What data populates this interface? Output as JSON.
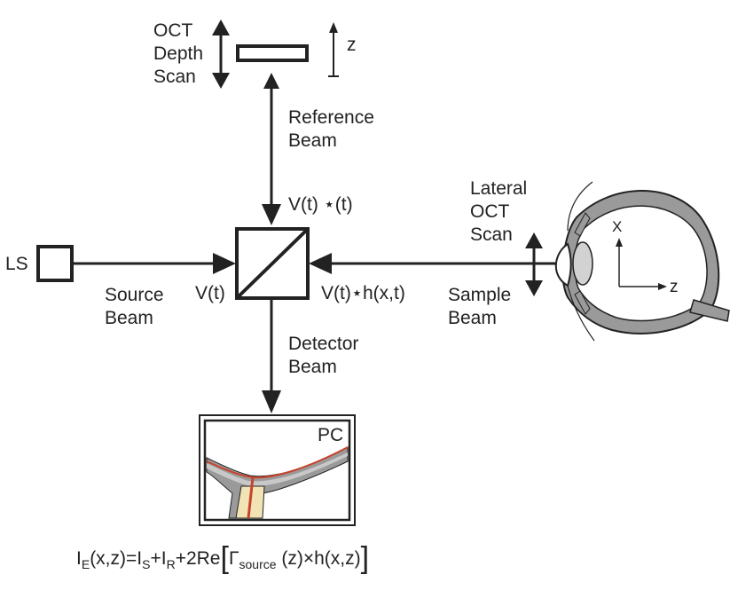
{
  "labels": {
    "oct_depth_scan": [
      "OCT",
      "Depth",
      "Scan"
    ],
    "z_top": "z",
    "reference_beam": [
      "Reference",
      "Beam"
    ],
    "v_t_gamma": "V(t) ⋆(t)",
    "lateral_oct_scan": [
      "Lateral",
      "OCT",
      "Scan"
    ],
    "ls": "LS",
    "source_beam": [
      "Source",
      "Beam"
    ],
    "v_t": "V(t)",
    "v_t_h": "V(t)⋆h(x,t)",
    "sample_beam": [
      "Sample",
      "Beam"
    ],
    "detector_beam": [
      "Detector",
      "Beam"
    ],
    "pc": "PC",
    "x_axis": "X",
    "z_axis": "z"
  },
  "equation": {
    "i": "I",
    "e": "E",
    "args": "(x,z)=I",
    "s": "S",
    "plus": "+I",
    "r": "R",
    "re": "+2Re",
    "lbrack": "[",
    "gamma": "Γ",
    "source": "source",
    "rest": " (z)×h(x,z)",
    "rbrack": "]"
  },
  "colors": {
    "line": "#222222",
    "tissue_gray": "#9a9a9a",
    "tissue_light": "#c8c8c8",
    "nerve_fill": "#f1e3b4",
    "retina_red": "#c8432b",
    "lens": "#d2d2d2"
  }
}
